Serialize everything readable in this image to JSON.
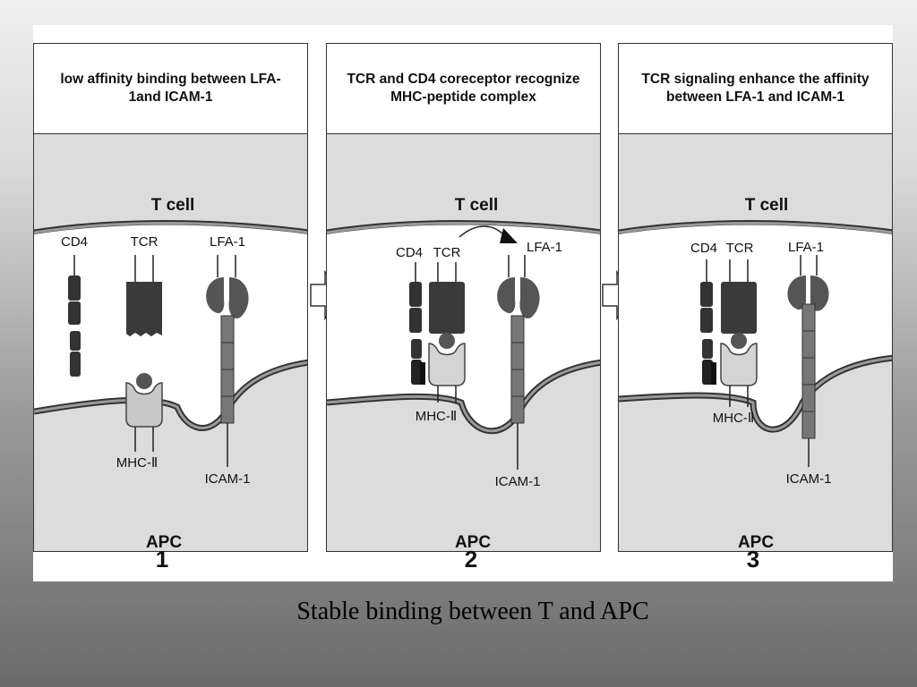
{
  "panels": [
    {
      "header": "low affinity binding between LFA-1and  ICAM-1",
      "t_cell_label": "T cell",
      "apc_label": "APC",
      "number": "1",
      "labels": {
        "cd4": "CD4",
        "tcr": "TCR",
        "lfa1": "LFA-1",
        "mhc": "MHC-Ⅱ",
        "icam": "ICAM-1"
      }
    },
    {
      "header": "TCR and CD4 coreceptor recognize MHC-peptide complex",
      "t_cell_label": "T cell",
      "apc_label": "APC",
      "number": "2",
      "labels": {
        "cd4": "CD4",
        "tcr": "TCR",
        "lfa1": "LFA-1",
        "mhc": "MHC-Ⅱ",
        "icam": "ICAM-1"
      }
    },
    {
      "header": "TCR signaling enhance the affinity between LFA-1 and ICAM-1",
      "t_cell_label": "T cell",
      "apc_label": "APC",
      "number": "3",
      "labels": {
        "cd4": "CD4",
        "tcr": "TCR",
        "lfa1": "LFA-1",
        "mhc": "MHC-Ⅱ",
        "icam": "ICAM-1"
      }
    }
  ],
  "caption": "Stable binding between T and APC"
}
